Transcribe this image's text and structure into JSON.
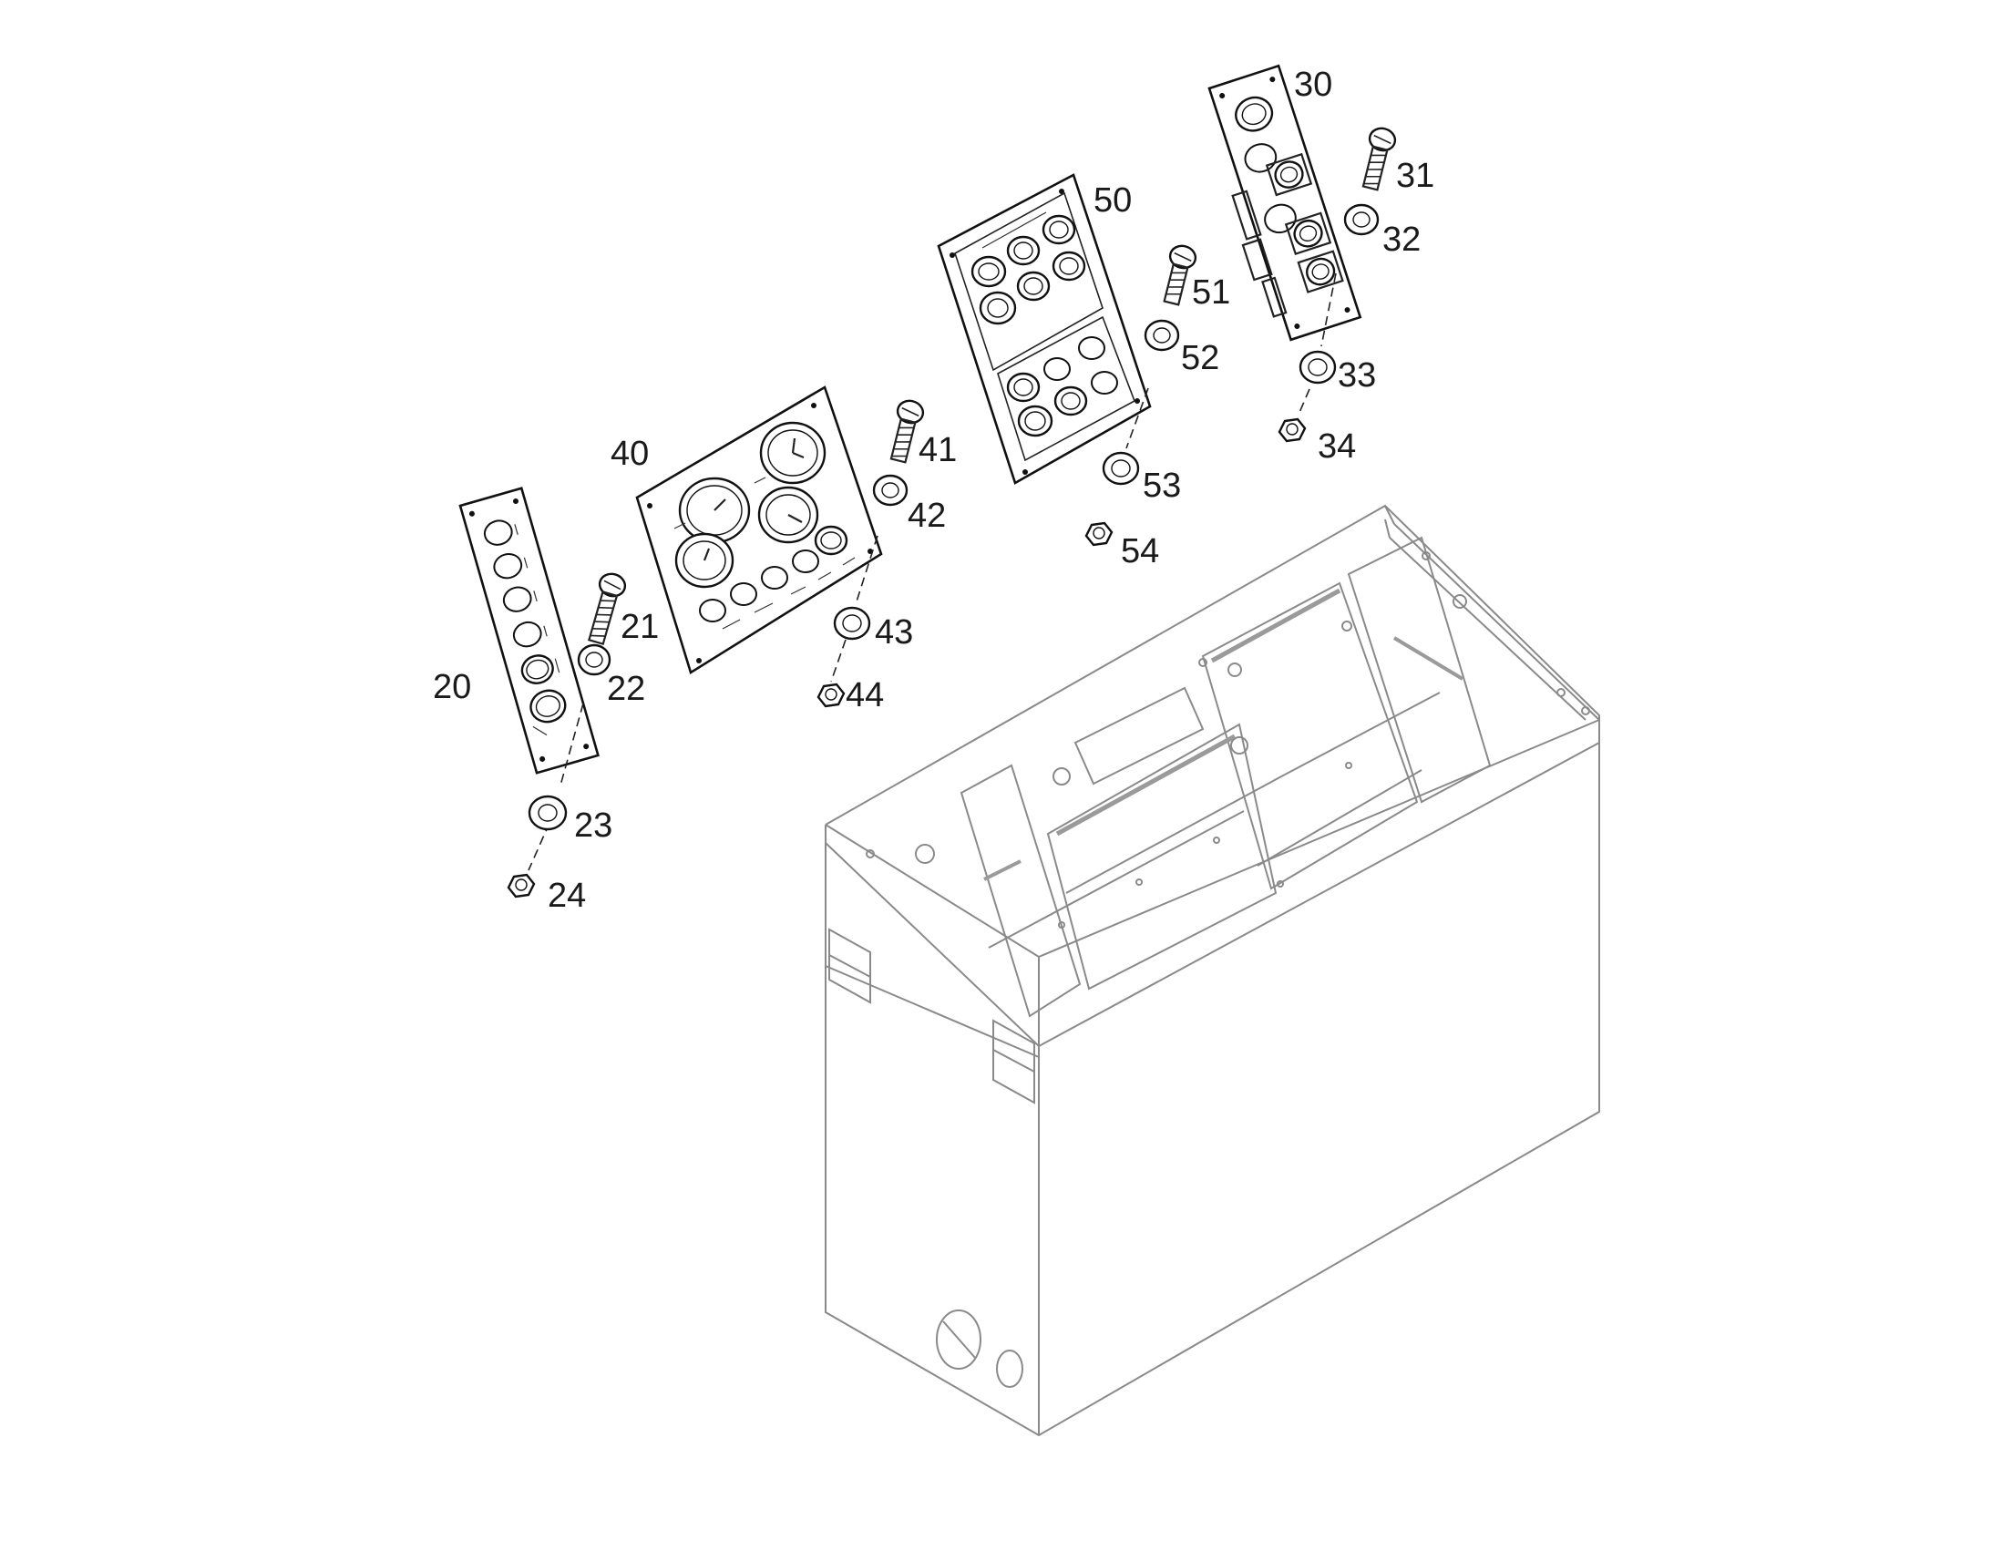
{
  "callouts": {
    "c20": "20",
    "c21": "21",
    "c22": "22",
    "c23": "23",
    "c24": "24",
    "c30": "30",
    "c31": "31",
    "c32": "32",
    "c33": "33",
    "c34": "34",
    "c40": "40",
    "c41": "41",
    "c42": "42",
    "c43": "43",
    "c44": "44",
    "c50": "50",
    "c51": "51",
    "c52": "52",
    "c53": "53",
    "c54": "54"
  }
}
